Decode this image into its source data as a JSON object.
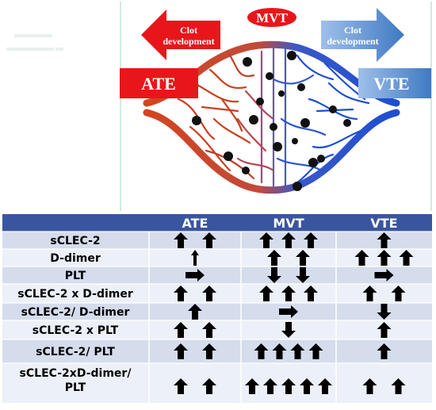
{
  "diagram": {
    "mvt_label": "MVT",
    "left_clot_label": [
      "Clot",
      "development"
    ],
    "right_clot_label": [
      "Clot",
      "development"
    ],
    "ate_label": "ATE",
    "vte_label": "VTE"
  },
  "table": {
    "columns": [
      "",
      "ATE",
      "MVT",
      "VTE"
    ],
    "rows": [
      {
        "label": [
          "sCLEC-2"
        ],
        "ATE": [
          "up",
          "up"
        ],
        "MVT": [
          "up",
          "up",
          "up"
        ],
        "VTE": [
          "up"
        ]
      },
      {
        "label": [
          "D-dimer"
        ],
        "ATE": [
          "up-small"
        ],
        "MVT": [
          "up",
          "up"
        ],
        "VTE": [
          "up",
          "up",
          "up"
        ]
      },
      {
        "label": [
          "PLT"
        ],
        "ATE": [
          "right"
        ],
        "MVT": [
          "down",
          "down"
        ],
        "VTE": [
          "right"
        ]
      },
      {
        "label": [
          "sCLEC-2 x D-dimer"
        ],
        "ATE": [
          "up",
          "up"
        ],
        "MVT": [
          "up",
          "up",
          "up"
        ],
        "VTE": [
          "up",
          "up"
        ]
      },
      {
        "label": [
          "sCLEC-2/ D-dimer"
        ],
        "ATE": [
          "up"
        ],
        "MVT": [
          "right"
        ],
        "VTE": [
          "down"
        ]
      },
      {
        "label": [
          "sCLEC-2 x PLT"
        ],
        "ATE": [
          "up",
          "up"
        ],
        "MVT": [
          "down"
        ],
        "VTE": [
          "up"
        ]
      },
      {
        "label": [
          "sCLEC-2/ PLT"
        ],
        "ATE": [
          "up",
          "up"
        ],
        "MVT": [
          "up",
          "up",
          "up",
          "up"
        ],
        "VTE": [
          "up"
        ]
      },
      {
        "label": [
          "sCLEC-2xD-dimer/",
          "PLT"
        ],
        "ATE": [
          "up",
          "up"
        ],
        "MVT": [
          "up",
          "up",
          "up",
          "up",
          "up"
        ],
        "VTE": [
          "up",
          "up"
        ]
      }
    ]
  },
  "colors": {
    "red_arrow": "#e8161b",
    "blue_arrow": "#3f79c3",
    "artery": "#c8401f",
    "vein": "#1f4fc8",
    "header_bg": "#3a55a0",
    "row_odd": "#d5dcec",
    "row_even": "#ecf0f8"
  }
}
